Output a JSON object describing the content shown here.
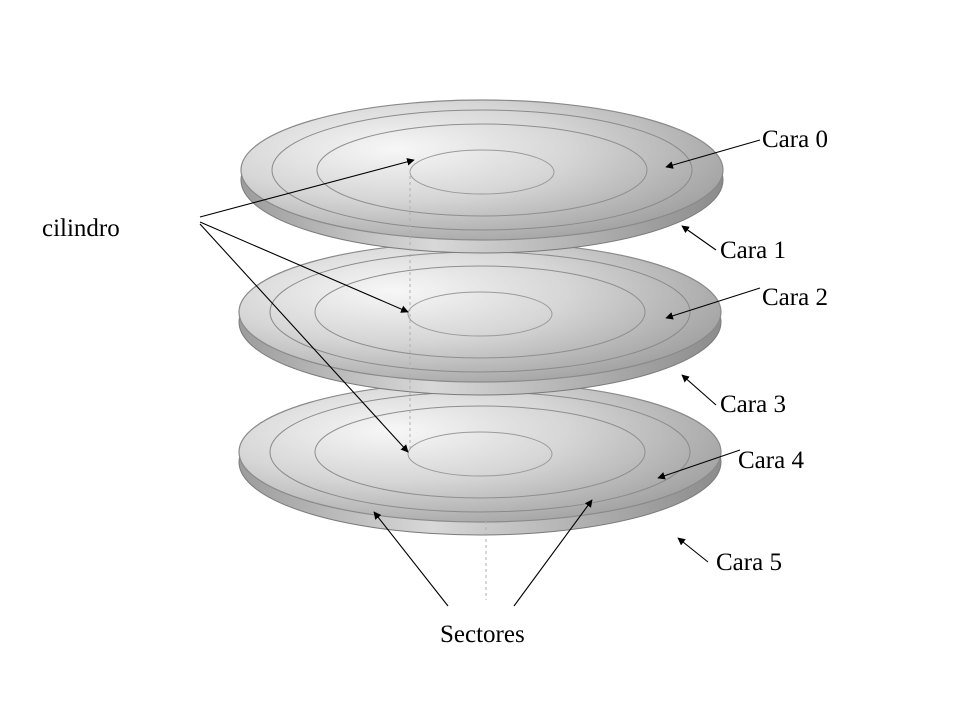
{
  "diagram": {
    "labels": {
      "cylinder": "cilindro",
      "sectors": "Sectores",
      "faces": [
        "Cara 0",
        "Cara 1",
        "Cara 2",
        "Cara 3",
        "Cara 4",
        "Cara 5"
      ]
    },
    "colors": {
      "platter_light": "#f4f4f4",
      "platter_mid": "#bdbdbd",
      "platter_dark": "#8a8a8a",
      "edge": "#7a7a7a",
      "text": "#000000"
    }
  }
}
